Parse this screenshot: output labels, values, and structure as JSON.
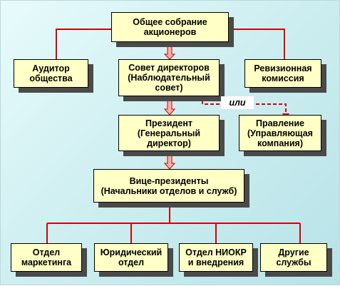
{
  "nodes": {
    "shareholders_meeting": "Общее собрание\nакционеров",
    "auditor": "Аудитор\nобщества",
    "board_of_directors": "Совет директоров\n(Наблюдательный\nсовет)",
    "audit_commission": "Ревизионная\nкомиссия",
    "president": "Президент\n(Генеральный\nдиректор)",
    "management_board": "Правление\n(Управляющая\nкомпания)",
    "vice_presidents": "Вице-президенты\n(Начальники отделов и служб)",
    "marketing_dept": "Отдел\nмаркетинга",
    "legal_dept": "Юридический\nотдел",
    "rnd_dept": "Отдел НИОКР\nи внедрения",
    "other_services": "Другие\nслужбы"
  },
  "or_label": "или",
  "colors": {
    "line": "#d40000",
    "box_fill": "#ffffc6",
    "arrow_fill": "#f0b5a6",
    "shadow": "#4a4a4a",
    "background": "#cfeff1"
  }
}
